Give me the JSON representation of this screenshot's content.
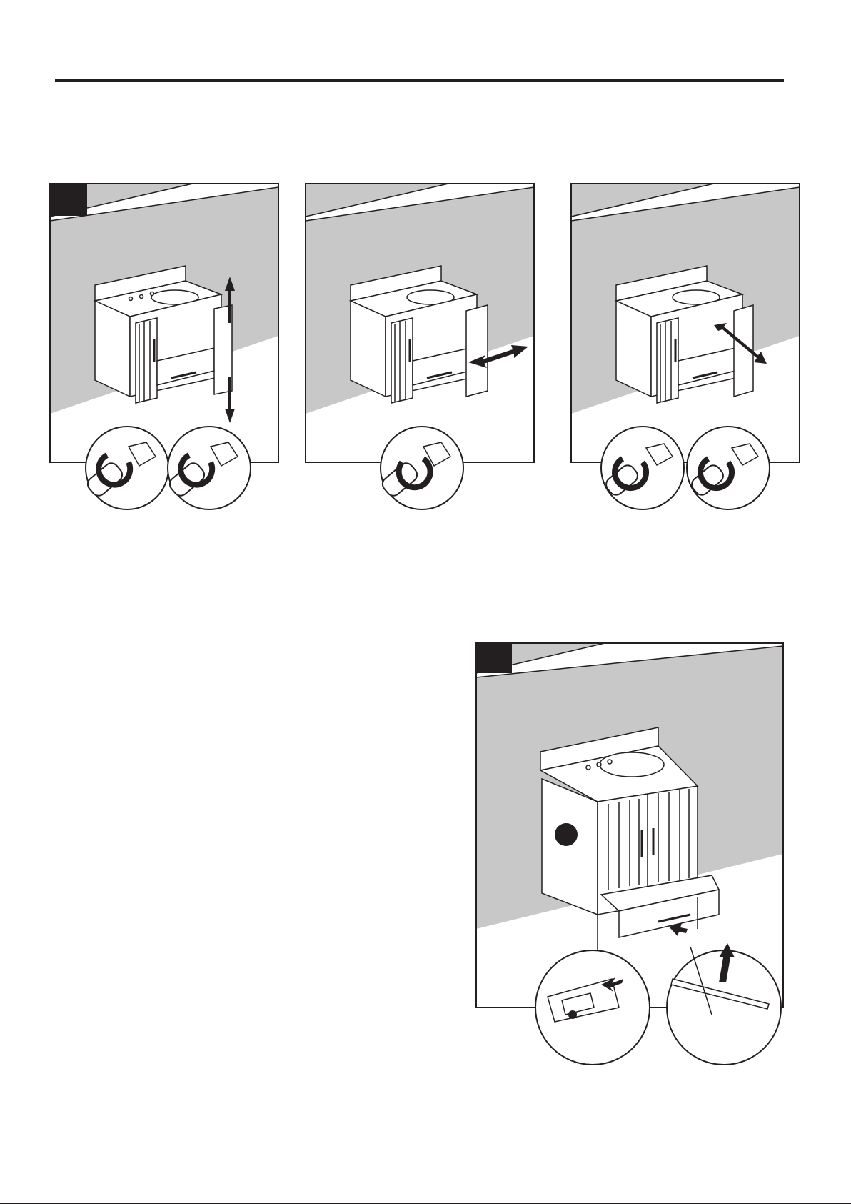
{
  "page": {
    "background": "#ffffff",
    "ink": "#231f20",
    "wall_color": "#c8c8c8"
  },
  "steps": [
    {
      "id": "door-hinge-adjustment",
      "badge_label": "",
      "panels": [
        {
          "name": "vertical-adjustment",
          "arrow": "vertical-double-arrow",
          "details": [
            "screwdriver-hinge-detail",
            "screwdriver-hinge-detail"
          ]
        },
        {
          "name": "horizontal-adjustment",
          "arrow": "horizontal-double-arrow",
          "details": [
            "screwdriver-hinge-detail"
          ]
        },
        {
          "name": "depth-adjustment",
          "arrow": "diagonal-double-arrow",
          "details": [
            "screwdriver-hinge-detail",
            "screwdriver-hinge-detail"
          ]
        }
      ]
    },
    {
      "id": "drawer-removal",
      "badge_label": "",
      "part_marker": "",
      "details": [
        "drawer-slide-lever-detail",
        "drawer-lift-detail"
      ]
    }
  ]
}
